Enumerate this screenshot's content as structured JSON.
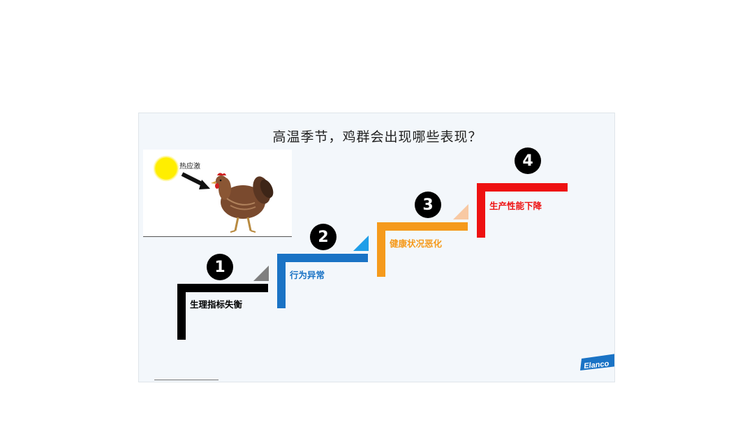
{
  "slide": {
    "title": "高温季节，鸡群会出现哪些表现？",
    "image": {
      "heat_label": "热应激",
      "sun_color": "#ffee00",
      "arrow_color": "#111111"
    },
    "steps": [
      {
        "number": "1",
        "label": "生理指标失衡",
        "color": "#000000",
        "label_color": "#000000",
        "corner_color": "#7f7f7f"
      },
      {
        "number": "2",
        "label": "行为异常",
        "color": "#1a73c5",
        "label_color": "#1a73c5",
        "corner_color": "#1f9ee8"
      },
      {
        "number": "3",
        "label": "健康状况恶化",
        "color": "#f59a1b",
        "label_color": "#f59a1b",
        "corner_color": "#f8c9a3"
      },
      {
        "number": "4",
        "label": "生产性能下降",
        "color": "#ee1111",
        "label_color": "#ee1111",
        "corner_color": "#ee1111"
      }
    ],
    "logo": {
      "text": "Elanco",
      "color": "#1a73c5"
    }
  }
}
